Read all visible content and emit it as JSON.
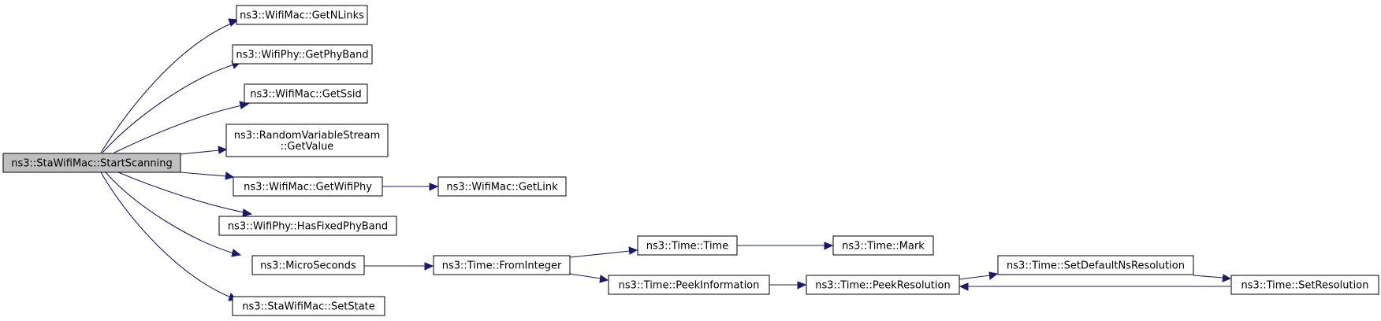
{
  "diagram": {
    "type": "call-graph",
    "colors": {
      "edge": "#191970",
      "root_fill": "#bfbfbf",
      "node_fill": "#ffffff",
      "border": "#000000"
    },
    "nodes": {
      "start_scanning": {
        "lines": [
          "ns3::StaWifiMac::StartScanning"
        ]
      },
      "get_n_links": {
        "lines": [
          "ns3::WifiMac::GetNLinks"
        ]
      },
      "get_phy_band": {
        "lines": [
          "ns3::WifiPhy::GetPhyBand"
        ]
      },
      "get_ssid": {
        "lines": [
          "ns3::WifiMac::GetSsid"
        ]
      },
      "get_value": {
        "lines": [
          "ns3::RandomVariableStream",
          "::GetValue"
        ]
      },
      "get_wifi_phy": {
        "lines": [
          "ns3::WifiMac::GetWifiPhy"
        ]
      },
      "get_link": {
        "lines": [
          "ns3::WifiMac::GetLink"
        ]
      },
      "has_fixed_phy_band": {
        "lines": [
          "ns3::WifiPhy::HasFixedPhyBand"
        ]
      },
      "micro_seconds": {
        "lines": [
          "ns3::MicroSeconds"
        ]
      },
      "from_integer": {
        "lines": [
          "ns3::Time::FromInteger"
        ]
      },
      "time_ctor": {
        "lines": [
          "ns3::Time::Time"
        ]
      },
      "time_mark": {
        "lines": [
          "ns3::Time::Mark"
        ]
      },
      "peek_information": {
        "lines": [
          "ns3::Time::PeekInformation"
        ]
      },
      "peek_resolution": {
        "lines": [
          "ns3::Time::PeekResolution"
        ]
      },
      "set_default_ns_resolution": {
        "lines": [
          "ns3::Time::SetDefaultNsResolution"
        ]
      },
      "set_resolution": {
        "lines": [
          "ns3::Time::SetResolution"
        ]
      },
      "set_state": {
        "lines": [
          "ns3::StaWifiMac::SetState"
        ]
      }
    },
    "edges": [
      [
        "start_scanning",
        "get_n_links"
      ],
      [
        "start_scanning",
        "get_phy_band"
      ],
      [
        "start_scanning",
        "get_ssid"
      ],
      [
        "start_scanning",
        "get_value"
      ],
      [
        "start_scanning",
        "get_wifi_phy"
      ],
      [
        "start_scanning",
        "has_fixed_phy_band"
      ],
      [
        "start_scanning",
        "micro_seconds"
      ],
      [
        "start_scanning",
        "set_state"
      ],
      [
        "get_wifi_phy",
        "get_link"
      ],
      [
        "micro_seconds",
        "from_integer"
      ],
      [
        "from_integer",
        "time_ctor"
      ],
      [
        "from_integer",
        "peek_information"
      ],
      [
        "time_ctor",
        "time_mark"
      ],
      [
        "peek_information",
        "peek_resolution"
      ],
      [
        "peek_resolution",
        "set_default_ns_resolution"
      ],
      [
        "set_default_ns_resolution",
        "set_resolution"
      ],
      [
        "set_resolution",
        "peek_resolution"
      ]
    ]
  }
}
